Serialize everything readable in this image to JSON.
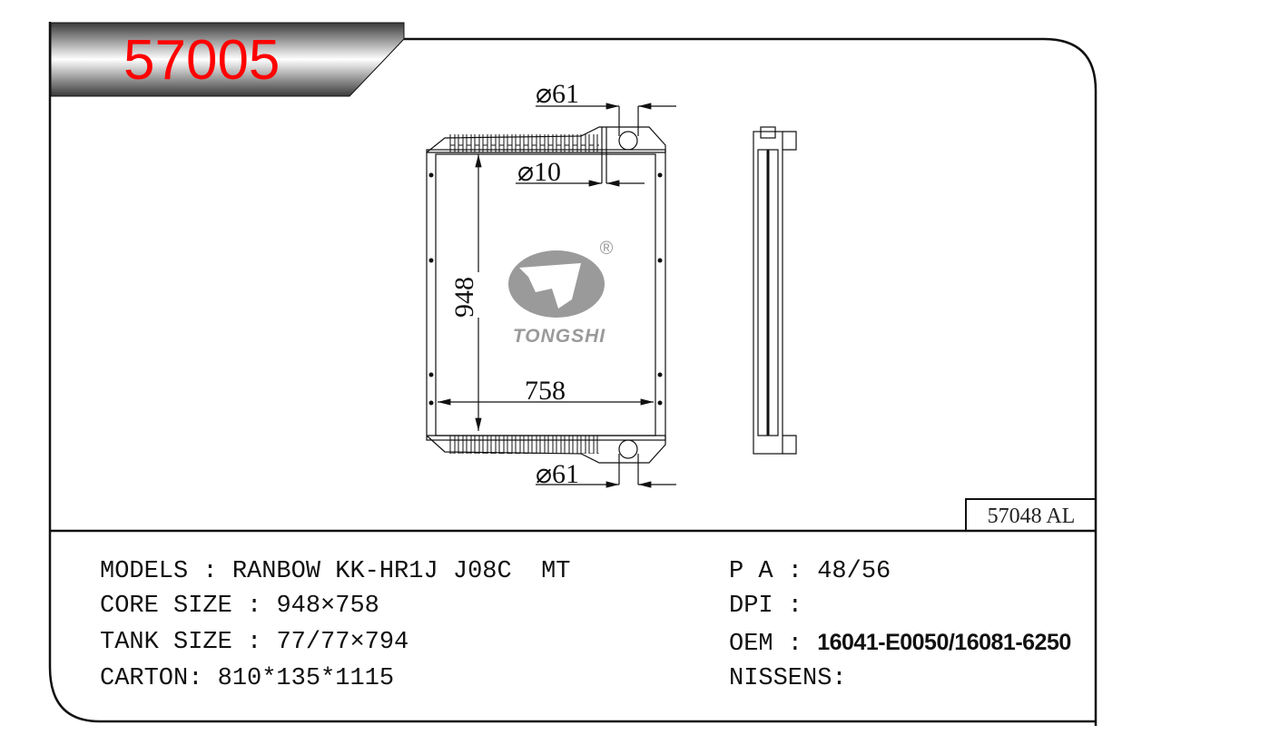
{
  "header": {
    "part_number": "57005"
  },
  "drawing": {
    "dim_inlet_top": "⌀61",
    "dim_small": "⌀10",
    "dim_height": "948",
    "dim_width": "758",
    "dim_outlet_bottom": "⌀61",
    "logo_text": "TONGSHI",
    "logo_mark": "®"
  },
  "ref_label": "57048 AL",
  "specs": {
    "models": {
      "label": "MODELS : ",
      "value": "RANBOW KK-HR1J J08C  MT"
    },
    "core_size": {
      "label": "CORE SIZE : ",
      "value": "948×758"
    },
    "tank_size": {
      "label": "TANK SIZE : ",
      "value": "77/77×794"
    },
    "carton": {
      "label": "CARTON: ",
      "value": "810*135*1115"
    },
    "pa": {
      "label": "P A : ",
      "value": "48/56"
    },
    "dpi": {
      "label": "DPI : ",
      "value": ""
    },
    "oem": {
      "label": "OEM : ",
      "value": "16041-E0050/16081-6250"
    },
    "nissens": {
      "label": "NISSENS:",
      "value": ""
    }
  },
  "colors": {
    "part_number": "#ff0000",
    "logo": "#9a9a9a"
  }
}
